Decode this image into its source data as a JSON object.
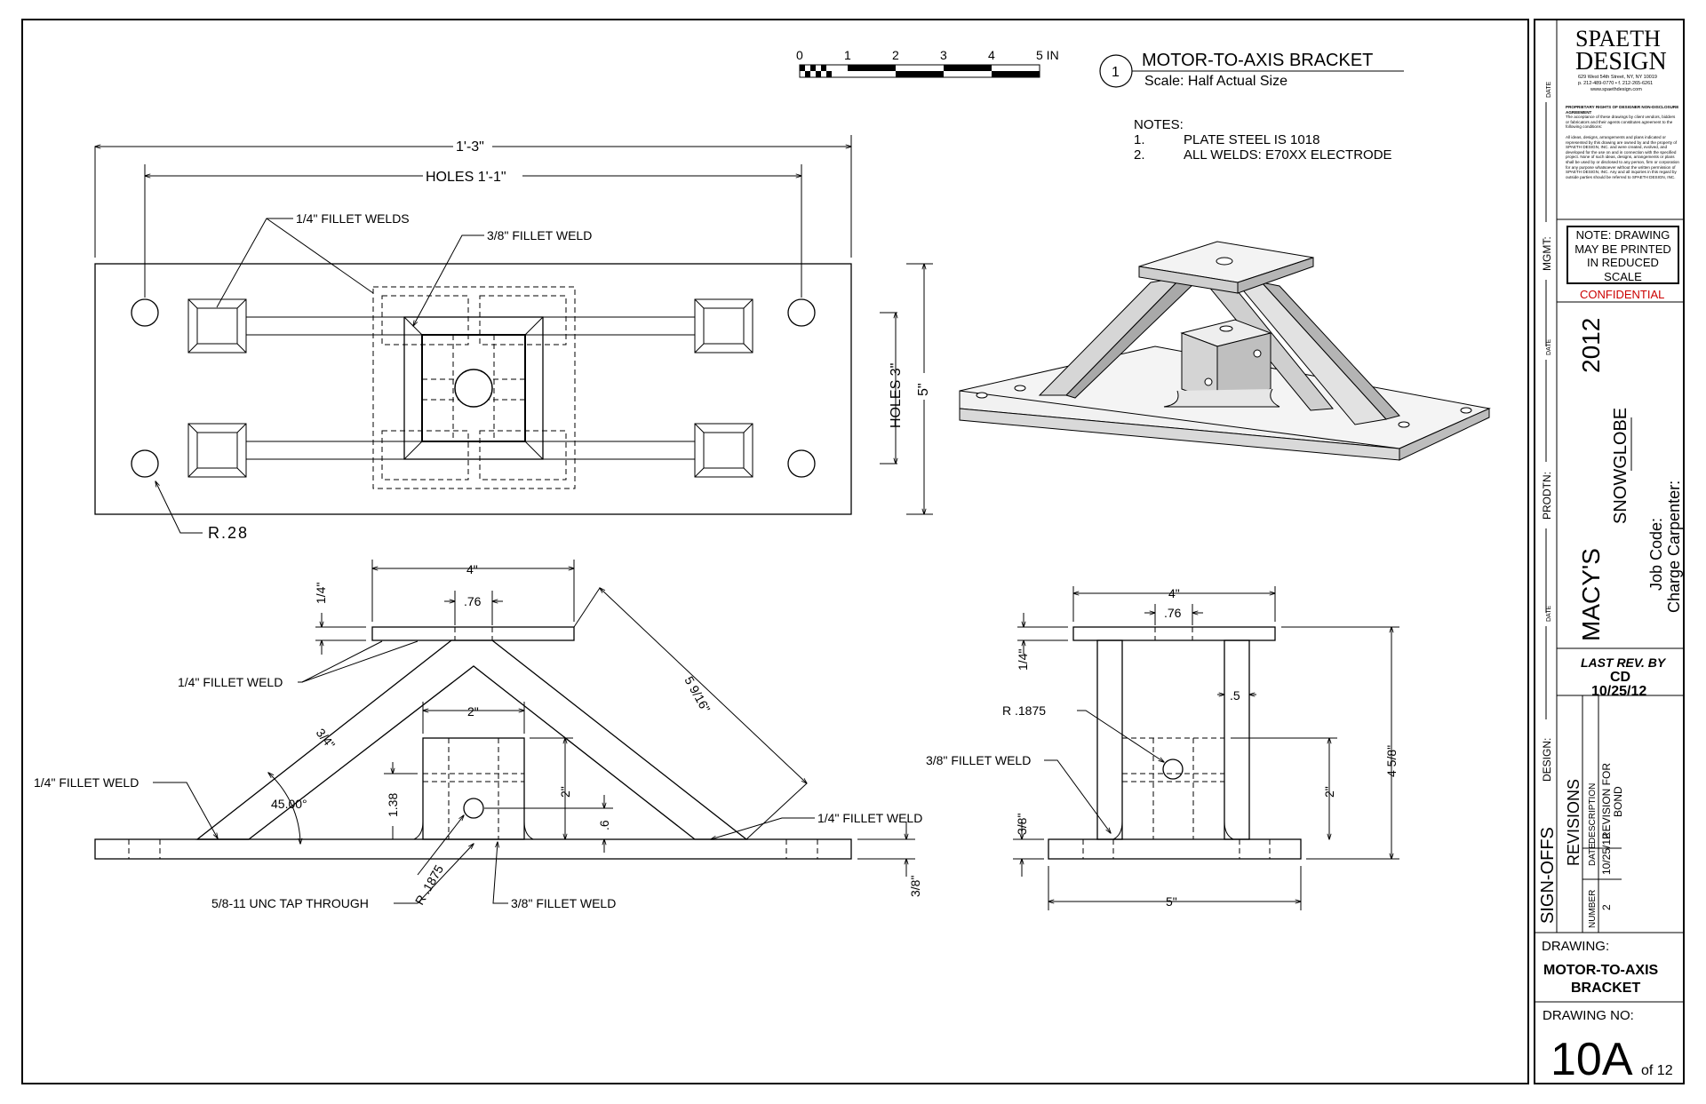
{
  "scale_bar": {
    "ticks": [
      "0",
      "1",
      "2",
      "3",
      "4",
      "5 IN"
    ]
  },
  "header": {
    "detail_number": "1",
    "title": "MOTOR-TO-AXIS BRACKET",
    "scale": "Scale: Half Actual Size"
  },
  "notes": {
    "heading": "NOTES:",
    "items": [
      {
        "num": "1.",
        "text": "PLATE STEEL IS 1018"
      },
      {
        "num": "2.",
        "text": "ALL WELDS: E70XX ELECTRODE"
      }
    ]
  },
  "top_view": {
    "overall_length": "1'-3\"",
    "holes_spacing": "HOLES 1'-1\"",
    "fillet_welds_label": "1/4\" FILLET WELDS",
    "center_fillet_label": "3/8\" FILLET WELD",
    "holes_vertical": "HOLES 3\"",
    "width": "5\"",
    "radius": "R.28"
  },
  "front_view": {
    "plate_width": "4\"",
    "hole_offset": ".76",
    "top_thickness": "1/4\"",
    "fillet_top": "1/4\" FILLET WELD",
    "strut_width": "3/4\"",
    "strut_length": "5 9/16\"",
    "block_width": "2\"",
    "fillet_left": "1/4\" FILLET WELD",
    "angle": "45.00°",
    "block_offset": "1.38",
    "block_height": "2\"",
    "hole_height": ".6",
    "fillet_right": "1/4\" FILLET WELD",
    "base_thickness": "3/8\"",
    "radius": "R .1875",
    "tap": "5/8-11 UNC TAP THROUGH",
    "fillet_bottom": "3/8\" FILLET WELD"
  },
  "side_view": {
    "plate_width": "4\"",
    "hole_offset": ".76",
    "top_thickness": "1/4\"",
    "strut_thk": ".5",
    "radius": "R .1875",
    "fillet": "3/8\" FILLET WELD",
    "block_height": "2\"",
    "total_height": "4 5/8\"",
    "base_thickness": "3/8\"",
    "base_width": "5\""
  },
  "title_block": {
    "company_line1": "SPAETH",
    "company_line2": "DESIGN",
    "address": "629 West 54th Street, NY, NY 10019",
    "phone": "p. 212-489-0770 • f. 212-265-6261",
    "web": "www.spaethdesign.com",
    "proprietary_heading": "PROPRIETARY RIGHTS OF DESIGNER NON-DISCLOSURE AGREEMENT",
    "proprietary_text": "The acceptance of these drawings by client vendors, bidders or fabricators and their agents constitutes agreement to the following conditions:",
    "rights_text": "All ideas, designs, arrangements and plans indicated or represented by this drawing are owned by and the property of SPAETH DESIGN, INC. and were created, evolved, and developed for the use on and in connection with the specified project. None of such ideas, designs, arrangements or plans shall be used by or disclosed to any person, firm or corporation for any purpose whatsoever without the written permission of SPAETH DESIGN, INC. Any and all inquiries in this regard by outside parties should be referred to SPAETH DESIGN, INC.",
    "date_label": "DATE",
    "mgmt_label": "MGMT:",
    "prodtn_label": "PRODTN:",
    "design_label": "DESIGN:",
    "signoffs_label": "SIGN-OFFS",
    "reduced_note": "NOTE: DRAWING MAY BE PRINTED IN REDUCED SCALE",
    "confidential": "CONFIDENTIAL",
    "client": "MACY'S",
    "year": "2012",
    "project": "SNOWGLOBE",
    "job_code": "Job Code:",
    "charge": "Charge Carpenter:",
    "last_rev_label": "LAST REV. BY",
    "last_rev_by": "CD",
    "last_rev_date": "10/25/12",
    "revisions_label": "REVISIONS",
    "rev_col_number": "NUMBER",
    "rev_col_date": "DATE",
    "rev_col_desc": "DESCRIPTION",
    "rev_number": "2",
    "rev_date": "10/25/12",
    "rev_desc_line1": "REVISION FOR",
    "rev_desc_line2": "BOND",
    "drawing_label": "DRAWING:",
    "drawing_title_line1": "MOTOR-TO-AXIS",
    "drawing_title_line2": "BRACKET",
    "drawing_no_label": "DRAWING NO:",
    "drawing_no": "10A",
    "of_total": "of 12"
  },
  "colors": {
    "confidential": "#cc0000",
    "line": "#000000",
    "iso_face": "#f0f0f0",
    "iso_side": "#c8c8c8"
  }
}
